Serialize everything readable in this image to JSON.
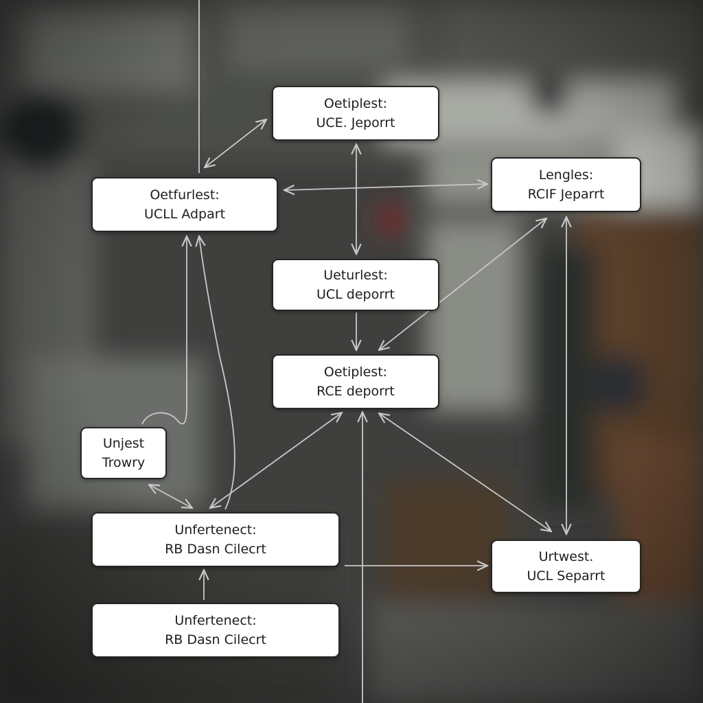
{
  "nodes": [
    {
      "id": "n1",
      "line1": "Oetiplest:",
      "line2": "UCE. Jeporrt"
    },
    {
      "id": "n2",
      "line1": "Oetfurlest:",
      "line2": "UCLL Adpart"
    },
    {
      "id": "n3",
      "line1": "Lengles:",
      "line2": "RCIF Jeparrt"
    },
    {
      "id": "n4",
      "line1": "Ueturlest:",
      "line2": "UCL deporrt"
    },
    {
      "id": "n5",
      "line1": "Oetiplest:",
      "line2": "RCE deporrt"
    },
    {
      "id": "n6",
      "line1": "Unjest",
      "line2": "Trowry"
    },
    {
      "id": "n7",
      "line1": "Unfertenect:",
      "line2": "RB Dasn Cilecrt"
    },
    {
      "id": "n8",
      "line1": "Urtwest.",
      "line2": "UCL Separrt"
    },
    {
      "id": "n9",
      "line1": "Unfertenect:",
      "line2": "RB Dasn Cilecrt"
    }
  ],
  "colors": {
    "node_fill": "#ffffff",
    "node_border": "#262626",
    "text": "#1d1d1d",
    "connector": "#c9c9c9"
  }
}
